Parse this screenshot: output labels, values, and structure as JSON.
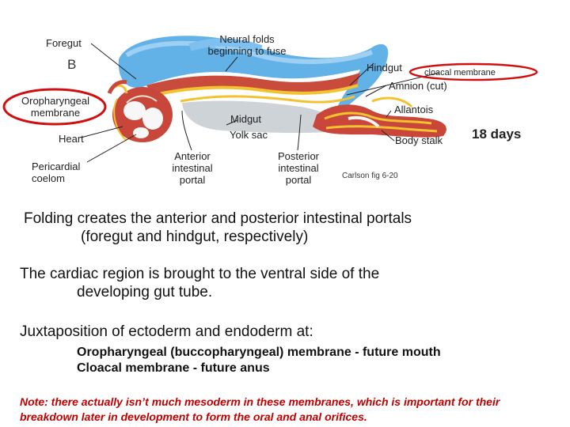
{
  "figure": {
    "panel_letter": "B",
    "labels": {
      "foregut": "Foregut",
      "neural_folds_1": "Neural folds",
      "neural_folds_2": "beginning to fuse",
      "hindgut": "Hindgut",
      "cloacal_membrane": "cloacal membrane",
      "amnion": "Amnion (cut)",
      "oropharyngeal_1": "Oropharyngeal",
      "oropharyngeal_2": "membrane",
      "allantois": "Allantois",
      "midgut": "Midgut",
      "heart": "Heart",
      "yolk_sac": "Yolk sac",
      "body_stalk": "Body stalk",
      "days": "18 days",
      "pericardial_1": "Pericardial",
      "pericardial_2": "coelom",
      "anterior_1": "Anterior",
      "anterior_2": "intestinal",
      "anterior_3": "portal",
      "posterior_1": "Posterior",
      "posterior_2": "intestinal",
      "posterior_3": "portal",
      "citation": "Carlson fig 6-20"
    },
    "colors": {
      "ectoderm_blue": "#4a9fd8",
      "mesoderm_red": "#c84a3a",
      "endoderm_yellow": "#f2c230",
      "highlight_red": "#d01010"
    }
  },
  "text": {
    "p1_line1": "Folding creates the anterior and posterior intestinal portals",
    "p1_line2": "(foregut and hindgut, respectively)",
    "p2_line1": "The cardiac region is brought to the ventral side of the",
    "p2_line2": "developing gut tube.",
    "p3_line1": "Juxtaposition of ectoderm and endoderm at:",
    "bullet1": "Oropharyngeal (buccopharyngeal) membrane - future mouth",
    "bullet2": "Cloacal membrane - future anus",
    "note": "Note: there actually isn’t much mesoderm in these membranes, which is important for their breakdown later in development to form the oral and anal orifices."
  }
}
